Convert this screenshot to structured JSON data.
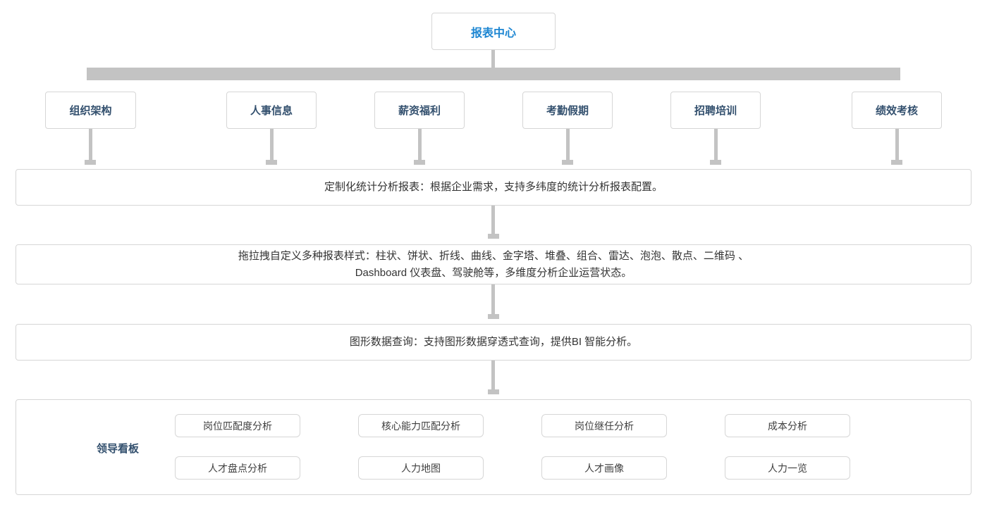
{
  "root": {
    "label": "报表中心"
  },
  "modules": [
    {
      "label": "组织架构"
    },
    {
      "label": "人事信息"
    },
    {
      "label": "薪资福利"
    },
    {
      "label": "考勤假期"
    },
    {
      "label": "招聘培训"
    },
    {
      "label": "绩效考核"
    }
  ],
  "feature_rows": [
    {
      "line1": "定制化统计分析报表：根据企业需求，支持多纬度的统计分析报表配置。"
    },
    {
      "line1": "拖拉拽自定义多种报表样式：柱状、饼状、折线、曲线、金字塔、堆叠、组合、雷达、泡泡、散点、二维码 、",
      "line2": "Dashboard 仪表盘、驾驶舱等，多维度分析企业运营状态。"
    },
    {
      "line1": "图形数据查询：支持图形数据穿透式查询，提供BI 智能分析。"
    }
  ],
  "dashboard": {
    "label": "领导看板",
    "row1": [
      "岗位匹配度分析",
      "核心能力匹配分析",
      "岗位继任分析",
      "成本分析"
    ],
    "row2": [
      "人才盘点分析",
      "人力地图",
      "人才画像",
      "人力一览"
    ]
  },
  "colors": {
    "accent_blue": "#1d86d2",
    "navy": "#33506e",
    "connector_gray": "#c3c3c3",
    "border_gray": "#d6d6d6",
    "body_text": "#333333"
  }
}
